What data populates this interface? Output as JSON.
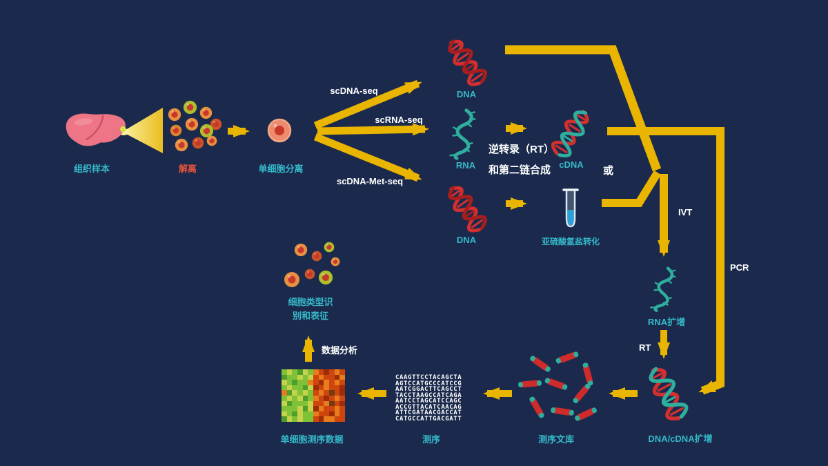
{
  "colors": {
    "background": "#1b2a4c",
    "arrow_yellow": "#e9b500",
    "label_cyan": "#35b8c9",
    "label_white": "#ffffff",
    "dissociation_label_red": "#e8523a",
    "dna_red": "#d42f2f",
    "rna_teal": "#2fae9e",
    "liver_pink": "#ee7586",
    "tube_liquid_blue": "#29a3dc"
  },
  "nodes": {
    "tissue_sample": {
      "label": "组织样本"
    },
    "dissociation": {
      "label": "解离"
    },
    "single_cell_isolation": {
      "label": "单细胞分离"
    },
    "dna_top": {
      "label": "DNA"
    },
    "rna": {
      "label": "RNA"
    },
    "dna_bottom": {
      "label": "DNA"
    },
    "cdna": {
      "label": "cDNA"
    },
    "bisulfite_conversion": {
      "label": "亚硫酸氢盐转化"
    },
    "rna_amplification": {
      "label": "RNA扩增"
    },
    "dna_cdna_amplification": {
      "label": "DNA/cDNA扩增"
    },
    "sequencing_library": {
      "label": "测序文库"
    },
    "sequencing": {
      "label": "测序"
    },
    "sc_sequencing_data": {
      "label": "单细胞测序数据"
    },
    "cell_type": {
      "label_line1": "细胞类型识",
      "label_line2": "别和表征"
    }
  },
  "edges": {
    "scdna_seq": "scDNA-seq",
    "scrna_seq": "scRNA-seq",
    "scdna_met_seq": "scDNA-Met-seq",
    "rt_synthesis_line1": "逆转录（RT）",
    "rt_synthesis_line2": "和第二链合成",
    "or": "或",
    "ivt": "IVT",
    "pcr": "PCR",
    "rt": "RT",
    "data_analysis": "数据分析"
  },
  "sequencing_reads": [
    "CAAGTTCCTACAGCTA",
    "AGTCCATGCCCATCCG",
    "AATCGGACTTCAGCCT",
    "TACCTAAGCCATCAGA",
    "AATCCTAGCATCCAGC",
    "ACCGTTACATCAACAG",
    "ATTCGATAACGACCAT",
    "CATGCCATTGACGATT"
  ],
  "heatmap_palette": {
    "g": "#7fc238",
    "G": "#4e9e2d",
    "y": "#c6d24a",
    "o": "#e87d1e",
    "r": "#cf450e",
    "R": "#9e2c06",
    "d": "#6e3e12"
  },
  "heatmap_rows": [
    "gygGygorRror",
    "GggygyrorrRo",
    "ygGggorRoror",
    "gyggGyRrorrR",
    "oGygygrordrR",
    "gygyGgorRror",
    "yGgggyrrodrR",
    "gggyGyRorror",
    "ygGyggorrRor",
    "GygyggrRoorr"
  ]
}
